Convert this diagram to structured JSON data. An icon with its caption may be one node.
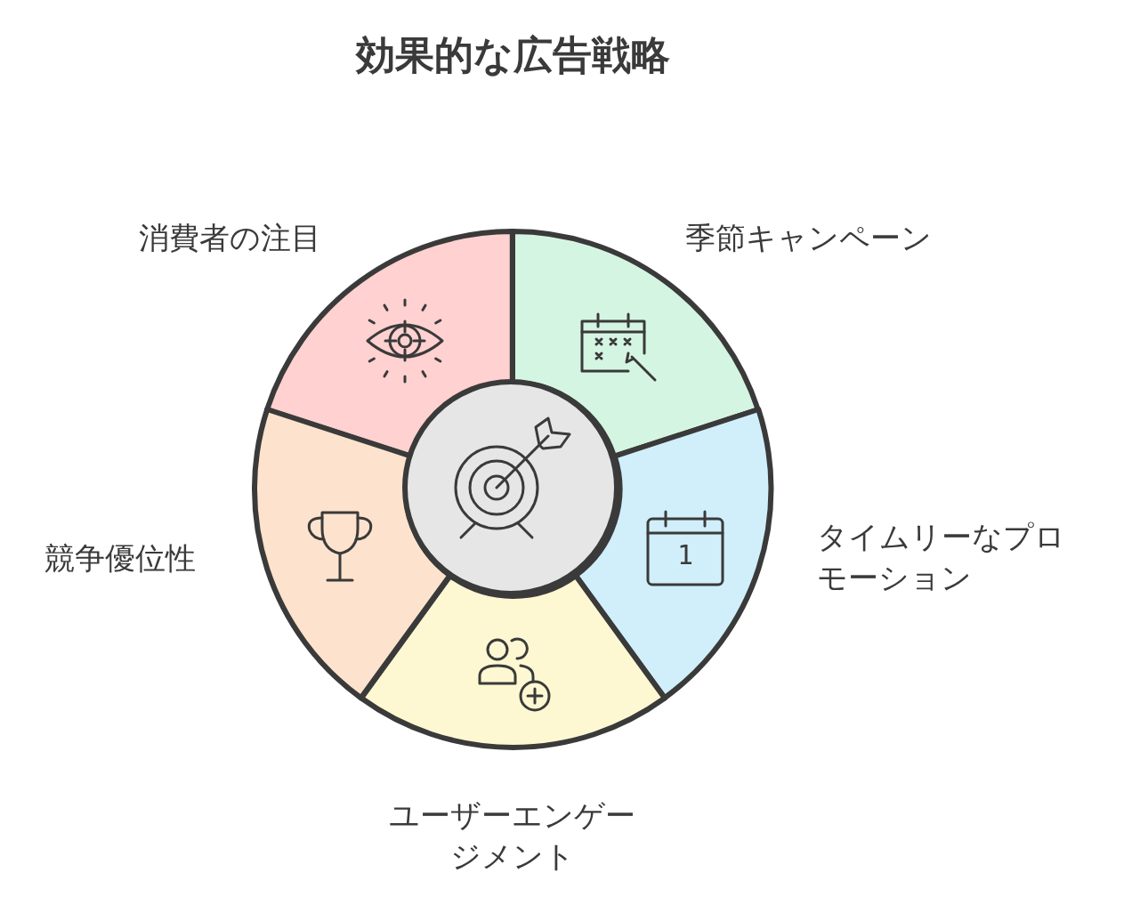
{
  "diagram": {
    "title": "効果的な広告戦略",
    "nodes": [
      {
        "text": [
          "消費者の注目"
        ]
      },
      {
        "text": [
          "季節キャンペーン"
        ]
      },
      {
        "text": [
          "タイムリーなプロモーション"
        ]
      },
      {
        "text": [
          "ユーザーエンゲージメント"
        ]
      },
      {
        "text": [
          "競争優位性"
        ]
      },
      {
        "text": [],
        "shape": "circle"
      }
    ],
    "labels": [
      "1"
    ]
  }
}
